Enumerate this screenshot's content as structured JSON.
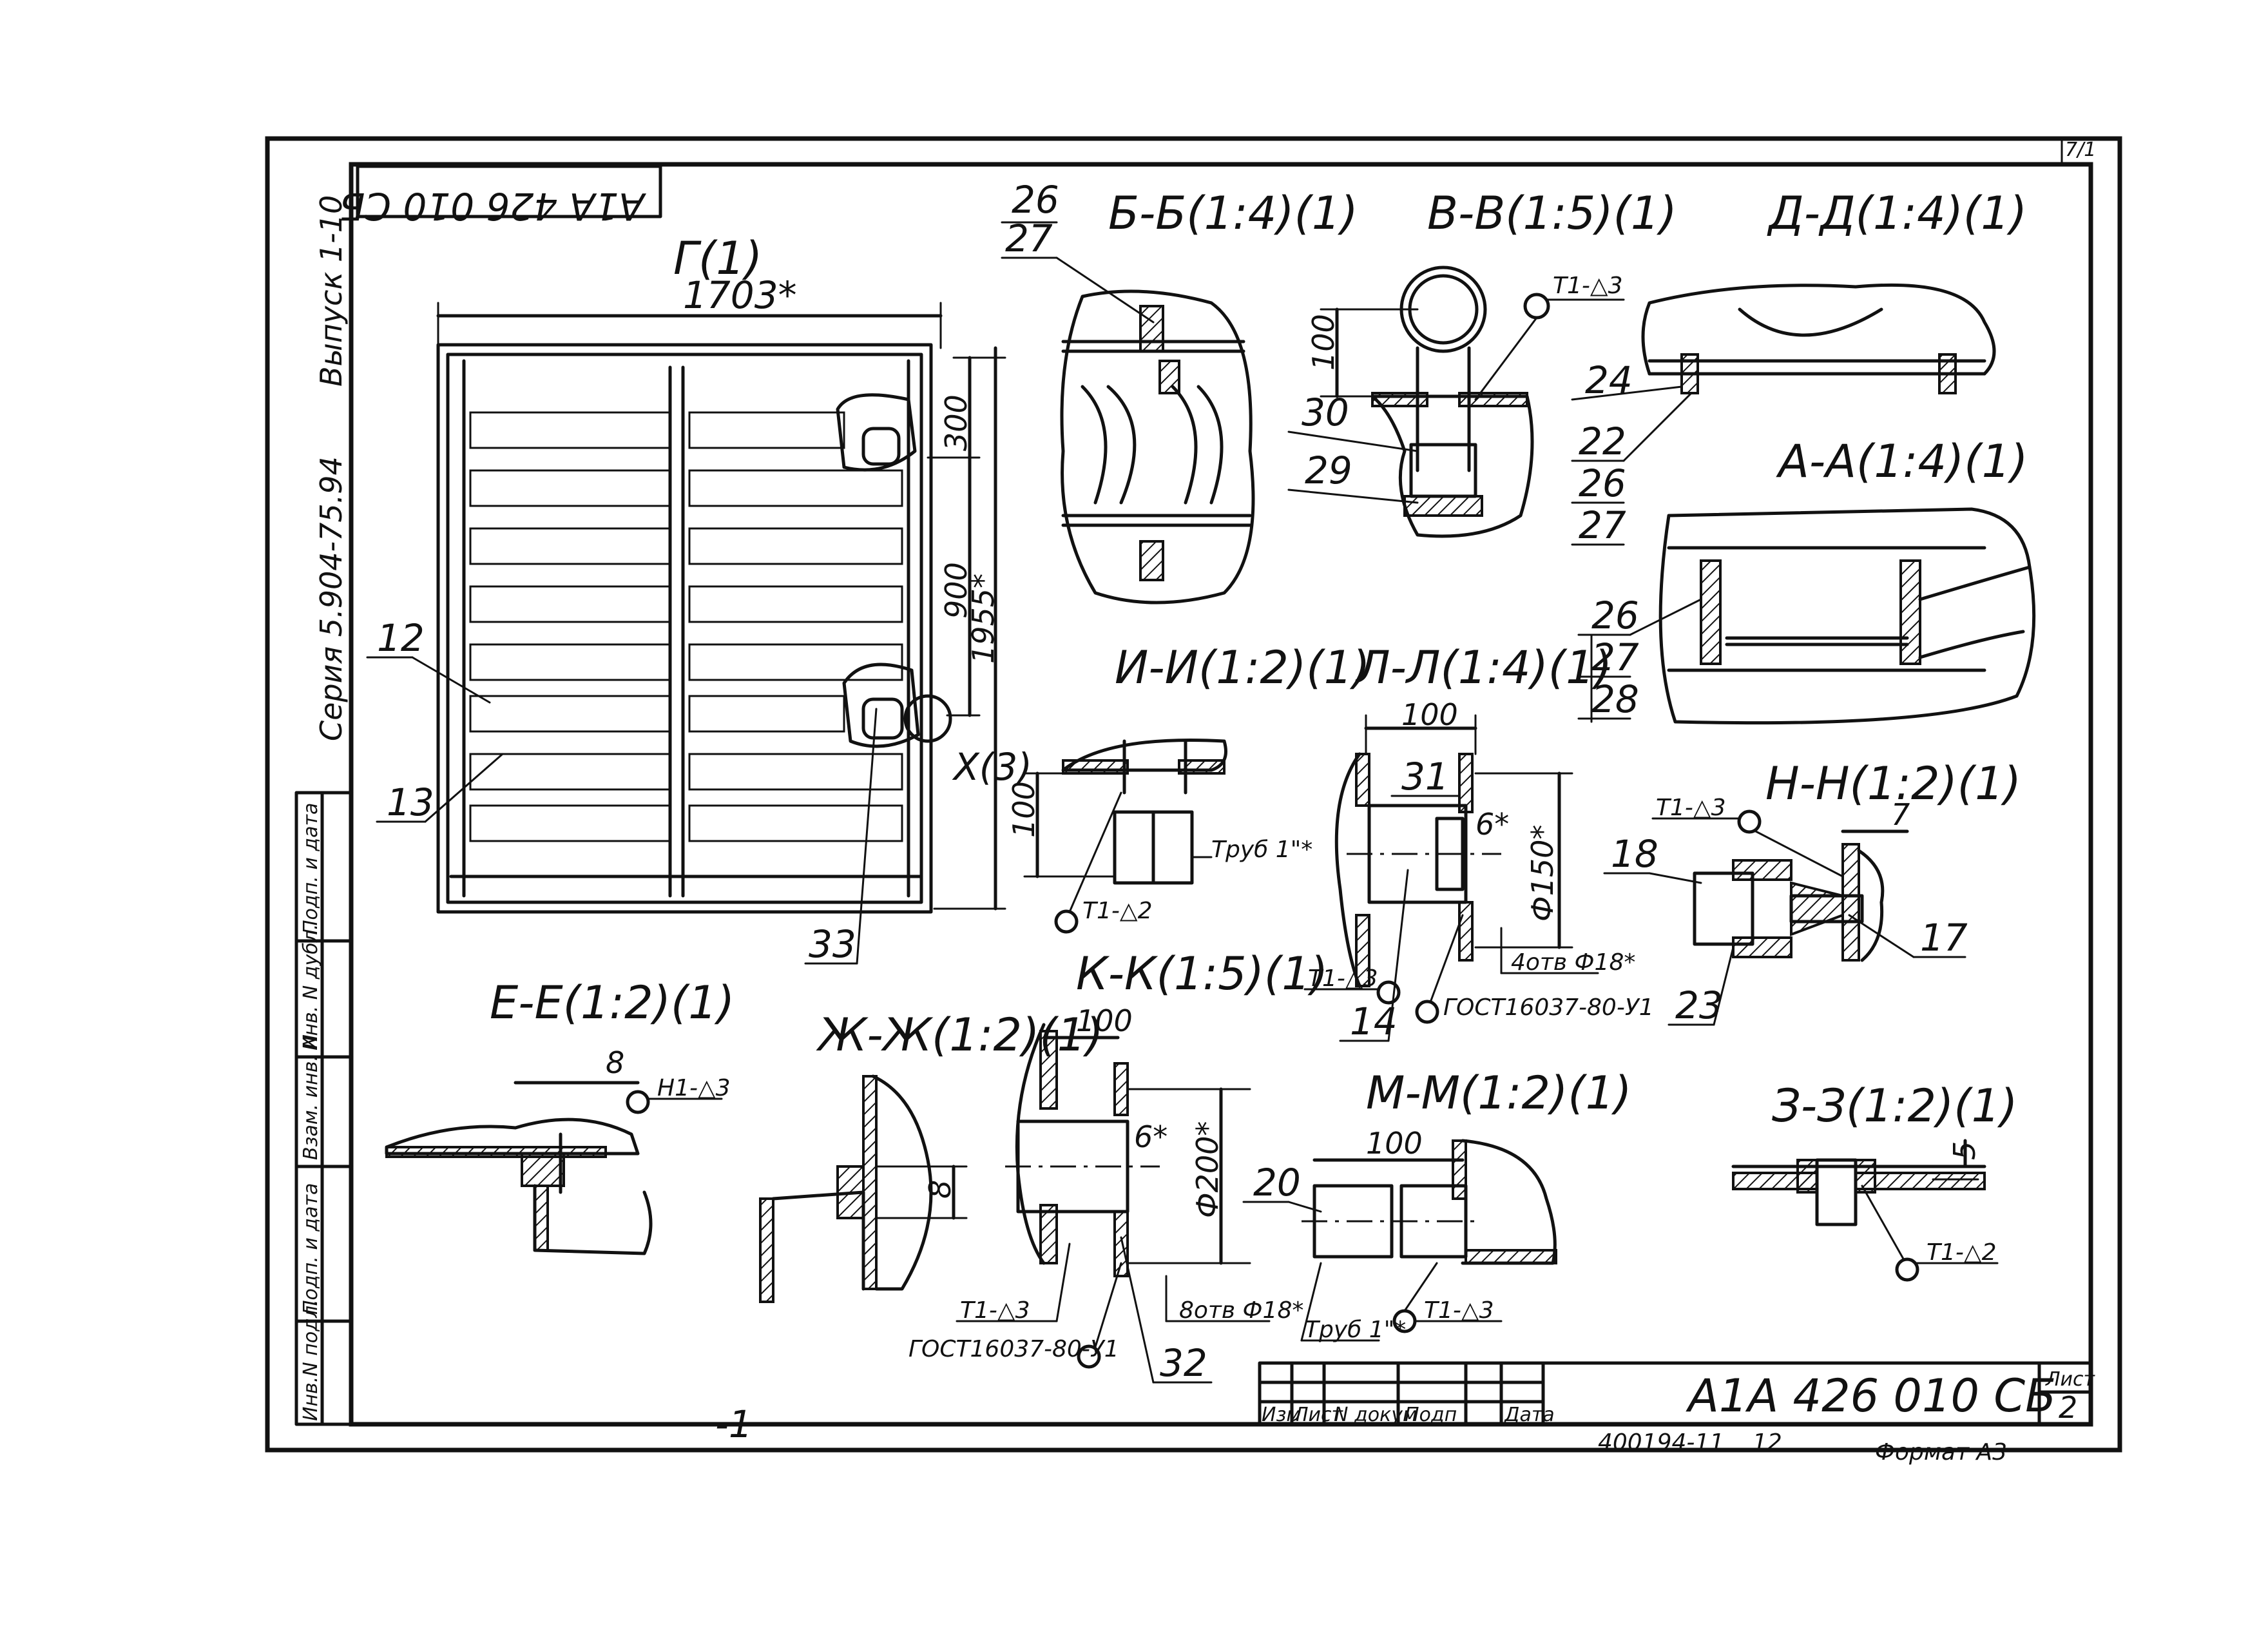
{
  "sheet": {
    "code_rotated": "А1А 426 010 СБ",
    "series_rotated": "Серия 5.904-75.94",
    "issue_rotated": "Выпуск 1-10",
    "corner_mark": "7/1",
    "page_number": "2",
    "sheet_label": "Лист",
    "main_code": "А1А 426 010 СБ",
    "inventory": "400194-11",
    "inventory_page": "12",
    "format_label": "Формат А3",
    "bottom_mark": "-1"
  },
  "side_stamp": [
    "Инв.N подл.",
    "Подп. и дата",
    "Взам. инв. N",
    "Инв. N дубл.",
    "Подп. и дата"
  ],
  "title_block_cols": [
    "Изм",
    "Лист",
    "N докум",
    "Подп",
    "Дата"
  ],
  "views": {
    "G": {
      "title": "Г(1)",
      "width": "1703*",
      "height_total": "1955*",
      "dim_300": "300",
      "dim_900": "900",
      "detail": "X(3)",
      "callouts": [
        "12",
        "13",
        "33"
      ]
    },
    "BB": {
      "title": "Б-Б(1:4)(1)",
      "callouts": [
        "26",
        "27"
      ]
    },
    "VV": {
      "title": "В-В(1:5)(1)",
      "dim": "100",
      "weld": "Т1-△3",
      "callouts": [
        "30",
        "29"
      ]
    },
    "DD": {
      "title": "Д-Д(1:4)(1)",
      "callouts": [
        "24",
        "22",
        "26",
        "27"
      ]
    },
    "AA": {
      "title": "А-А(1:4)(1)",
      "callouts": [
        "26",
        "27",
        "28"
      ]
    },
    "II": {
      "title": "И-И(1:2)(1)",
      "dim": "100",
      "pipe": "Труб 1\"*",
      "weld": "Т1-△2"
    },
    "LL": {
      "title": "Л-Л(1:4)(1)",
      "dim": "100",
      "callout_top": "31",
      "thick": "6*",
      "dia": "Ф150*",
      "holes": "4отв Ф18*",
      "weld": "Т1-△3",
      "std": "ГОСТ16037-80-У1",
      "callout_bottom": "14"
    },
    "NN": {
      "title": "Н-Н(1:2)(1)",
      "weld": "Т1-△3",
      "dim": "7",
      "callouts": [
        "18",
        "17",
        "23"
      ]
    },
    "KK": {
      "title": "К-К(1:5)(1)",
      "dim": "100",
      "thick": "6*",
      "dia": "Ф200*",
      "holes": "8отв Ф18*",
      "weld": "Т1-△3",
      "std": "ГОСТ16037-80-У1",
      "callout": "32"
    },
    "EE": {
      "title": "Е-Е(1:2)(1)",
      "dim": "8",
      "weld": "Н1-△3"
    },
    "ZhZh": {
      "title": "Ж-Ж(1:2)(1)",
      "dim": "8"
    },
    "MM": {
      "title": "М-М(1:2)(1)",
      "dim": "100",
      "callout": "20",
      "pipe": "Труб 1\"*",
      "weld": "Т1-△3"
    },
    "ZZ": {
      "title": "З-З(1:2)(1)",
      "dim": "5",
      "weld": "Т1-△2"
    }
  }
}
